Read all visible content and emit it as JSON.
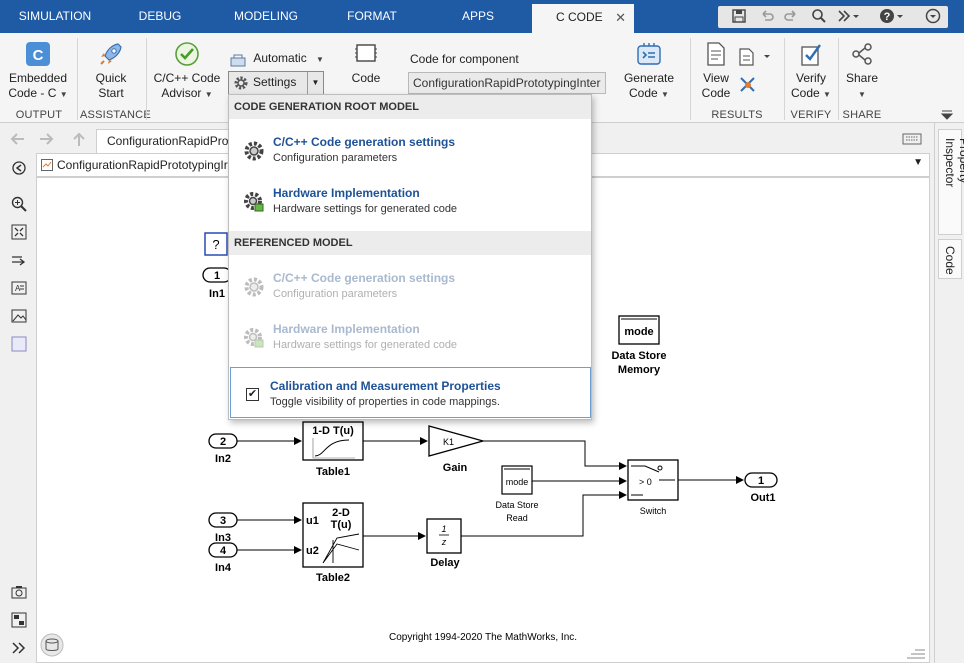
{
  "tabs": [
    {
      "label": "SIMULATION"
    },
    {
      "label": "DEBUG"
    },
    {
      "label": "MODELING"
    },
    {
      "label": "FORMAT"
    },
    {
      "label": "APPS"
    },
    {
      "label": "C CODE"
    }
  ],
  "tab_close_glyph": "✕",
  "ribbon": {
    "embedded_code": {
      "line1": "Embedded",
      "line2": "Code - C"
    },
    "quick_start": {
      "line1": "Quick",
      "line2": "Start"
    },
    "advisor": {
      "line1": "C/C++ Code",
      "line2": "Advisor"
    },
    "automatic": "Automatic",
    "settings": "Settings",
    "code_interface": {
      "line1": "Code"
    },
    "code_for_component_label": "Code for component",
    "code_for_component_value": "ConfigurationRapidPrototypingInter",
    "generate_code": {
      "line1": "Generate",
      "line2": "Code"
    },
    "view_code": {
      "line1": "View",
      "line2": "Code"
    },
    "verify_code": {
      "line1": "Verify",
      "line2": "Code"
    },
    "share": {
      "line1": "Share"
    },
    "groups": {
      "output": "OUTPUT",
      "assistance": "ASSISTANCE",
      "results": "RESULTS",
      "verify": "VERIFY",
      "share": "SHARE"
    },
    "icon_embedded_letter": "C"
  },
  "editor": {
    "breadcrumb_tab": "ConfigurationRapidProto",
    "address": "ConfigurationRapidPrototypingIr"
  },
  "sidepanel": {
    "property_inspector": "Property Inspector",
    "code": "Code"
  },
  "dropdown": {
    "root_header": "CODE GENERATION ROOT MODEL",
    "root_items": [
      {
        "title": "C/C++ Code generation settings",
        "subtitle": "Configuration parameters"
      },
      {
        "title": "Hardware Implementation",
        "subtitle": "Hardware settings for generated code"
      }
    ],
    "ref_header": "REFERENCED MODEL",
    "ref_items": [
      {
        "title": "C/C++ Code generation settings",
        "subtitle": "Configuration parameters"
      },
      {
        "title": "Hardware Implementation",
        "subtitle": "Hardware settings for generated code"
      }
    ],
    "calibration": {
      "title": "Calibration and Measurement Properties",
      "subtitle": "Toggle visibility of properties in code mappings.",
      "checked_glyph": "✔"
    }
  },
  "model": {
    "help_glyph": "?",
    "inports": [
      {
        "num": "1",
        "label": "In1"
      },
      {
        "num": "2",
        "label": "In2"
      },
      {
        "num": "3",
        "label": "In3"
      },
      {
        "num": "4",
        "label": "In4"
      }
    ],
    "outport": {
      "num": "1",
      "label": "Out1"
    },
    "table1": {
      "title": "1-D T(u)",
      "label": "Table1"
    },
    "table2": {
      "title1": "2-D",
      "title2": "T(u)",
      "in1": "u1",
      "in2": "u2",
      "label": "Table2"
    },
    "gain": {
      "value": "K1",
      "label": "Gain"
    },
    "dsm": {
      "text": "mode",
      "label1": "Data Store",
      "label2": "Memory"
    },
    "dsr": {
      "text": "mode",
      "label1": "Data Store",
      "label2": "Read"
    },
    "switch": {
      "cond": "> 0",
      "label": "Switch"
    },
    "delay": {
      "num": "1",
      "den": "z",
      "label": "Delay"
    },
    "copyright": "Copyright 1994-2020 The MathWorks, Inc."
  },
  "colors": {
    "tabbar": "#1f5aa5",
    "link": "#1e5296",
    "ribbon": "#f5f5f5"
  }
}
